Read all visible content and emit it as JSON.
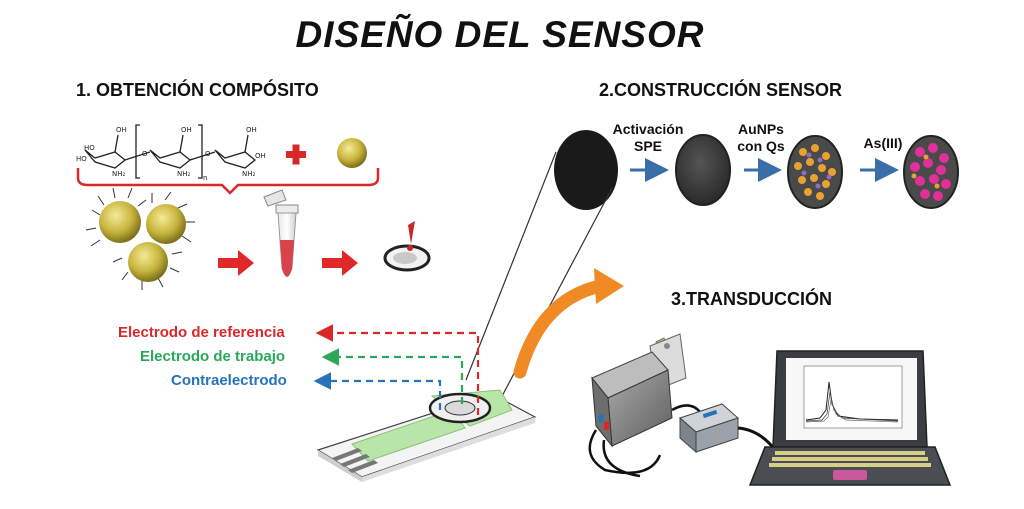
{
  "title": "DISEÑO DEL SENSOR",
  "sections": {
    "obtencion": "1. OBTENCIÓN COMPÓSITO",
    "construccion": "2.CONSTRUCCIÓN SENSOR",
    "transduccion": "3.TRANSDUCCIÓN"
  },
  "steps": {
    "activacion": [
      "Activación",
      "SPE"
    ],
    "aunps": [
      "AuNPs",
      "con Qs"
    ],
    "arsenic": "As(III)"
  },
  "chem_labels": {
    "oh": "OH",
    "ho": "HO",
    "nh2": "NH₂",
    "n": "n",
    "o": "O"
  },
  "electrodes": {
    "referencia": "Electrodo de referencia",
    "trabajo": "Electrodo de trabajo",
    "contra": "Contraelectrodo"
  },
  "colors": {
    "red": "#d9282a",
    "green": "#2aa85a",
    "blue": "#2673b8",
    "orange": "#f08a24",
    "gold": "#c8b53c",
    "magenta": "#e0309a"
  }
}
